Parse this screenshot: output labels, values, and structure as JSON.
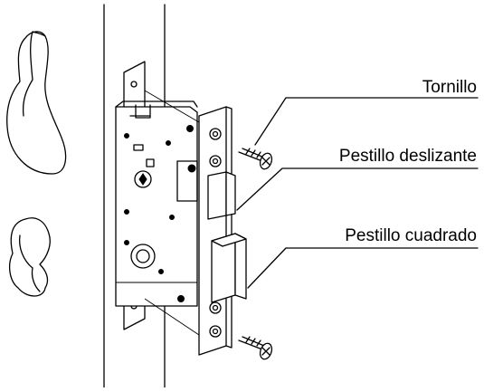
{
  "callouts": {
    "screw": "Tornillo",
    "latch_bolt": "Pestillo deslizante",
    "dead_bolt": "Pestillo cuadrado"
  }
}
